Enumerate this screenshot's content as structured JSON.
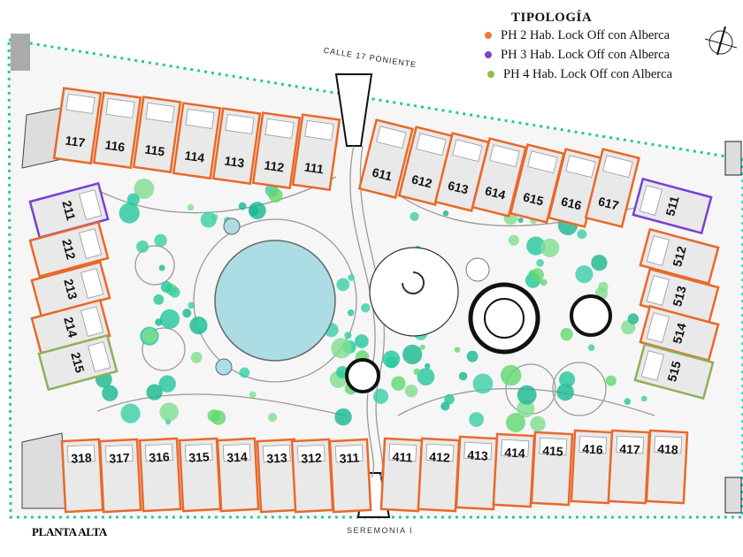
{
  "legend": {
    "title": "TIPOLOGÍA",
    "items": [
      {
        "label": "PH 2 Hab. Lock Off con Alberca",
        "color": "#ef7d2e",
        "type": "ph2"
      },
      {
        "label": "PH 3 Hab. Lock Off con Alberca",
        "color": "#7b45c8",
        "type": "ph3"
      },
      {
        "label": "PH 4 Hab. Lock Off con Alberca",
        "color": "#8dbf45",
        "type": "ph4"
      }
    ]
  },
  "street_label": "CALLE 17 PONIENTE",
  "plan_title": "PLANTA ALTA",
  "plan_subtitle": "SEREMONIA I",
  "colors": {
    "boundary": "#1fc8a8",
    "pool": "#acdce4",
    "vegetation": "#22c79c",
    "ph2": "#e8692a",
    "ph3": "#7a3fd6",
    "ph4": "#8fb05a"
  },
  "units": {
    "top_left": [
      {
        "label": "117",
        "type": "ph2"
      },
      {
        "label": "116",
        "type": "ph2"
      },
      {
        "label": "115",
        "type": "ph2"
      },
      {
        "label": "114",
        "type": "ph2"
      },
      {
        "label": "113",
        "type": "ph2"
      },
      {
        "label": "112",
        "type": "ph2"
      },
      {
        "label": "111",
        "type": "ph2"
      }
    ],
    "top_right": [
      {
        "label": "611",
        "type": "ph2"
      },
      {
        "label": "612",
        "type": "ph2"
      },
      {
        "label": "613",
        "type": "ph2"
      },
      {
        "label": "614",
        "type": "ph2"
      },
      {
        "label": "615",
        "type": "ph2"
      },
      {
        "label": "616",
        "type": "ph2"
      },
      {
        "label": "617",
        "type": "ph2"
      }
    ],
    "left": [
      {
        "label": "211",
        "type": "ph3"
      },
      {
        "label": "212",
        "type": "ph2"
      },
      {
        "label": "213",
        "type": "ph2"
      },
      {
        "label": "214",
        "type": "ph2"
      },
      {
        "label": "215",
        "type": "ph4"
      }
    ],
    "right": [
      {
        "label": "511",
        "type": "ph3"
      },
      {
        "label": "512",
        "type": "ph2"
      },
      {
        "label": "513",
        "type": "ph2"
      },
      {
        "label": "514",
        "type": "ph2"
      },
      {
        "label": "515",
        "type": "ph4"
      }
    ],
    "bottom_left": [
      {
        "label": "318",
        "type": "ph2"
      },
      {
        "label": "317",
        "type": "ph2"
      },
      {
        "label": "316",
        "type": "ph2"
      },
      {
        "label": "315",
        "type": "ph2"
      },
      {
        "label": "314",
        "type": "ph2"
      },
      {
        "label": "313",
        "type": "ph2"
      },
      {
        "label": "312",
        "type": "ph2"
      },
      {
        "label": "311",
        "type": "ph2"
      }
    ],
    "bottom_right": [
      {
        "label": "411",
        "type": "ph2"
      },
      {
        "label": "412",
        "type": "ph2"
      },
      {
        "label": "413",
        "type": "ph2"
      },
      {
        "label": "414",
        "type": "ph2"
      },
      {
        "label": "415",
        "type": "ph2"
      },
      {
        "label": "416",
        "type": "ph2"
      },
      {
        "label": "417",
        "type": "ph2"
      },
      {
        "label": "418",
        "type": "ph2"
      }
    ]
  }
}
